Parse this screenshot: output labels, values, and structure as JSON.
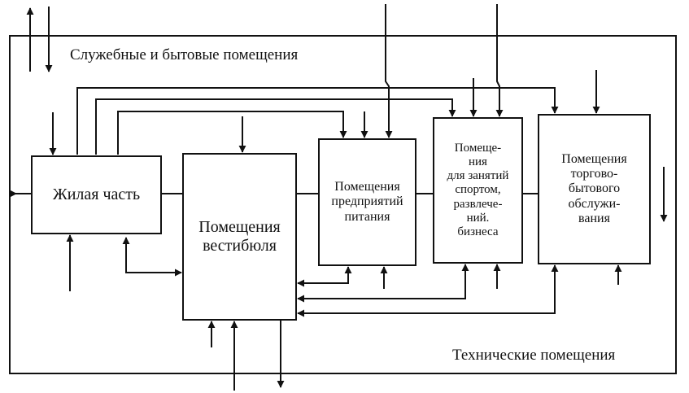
{
  "zones": {
    "top": "Служебные и бытовые помещения",
    "bottom": "Технические помещения"
  },
  "rooms": {
    "living": "Жилая часть",
    "vestibule": "Помещения\nвестибюля",
    "food": "Помещения\nпредприятий\nпитания",
    "sport": "Помеще-\nния\nдля занятий\nспортом,\nразвлече-\nний.\nбизнеса",
    "trade": "Помещения\nторгово-\nбытового\nобслужи-\nвания"
  },
  "colors": {
    "ink": "#111111",
    "background": "#ffffff"
  }
}
